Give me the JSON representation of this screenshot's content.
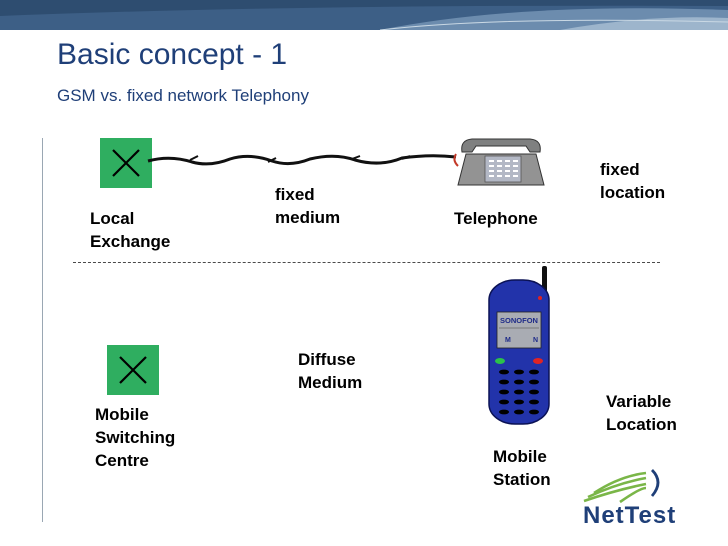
{
  "slide": {
    "title": "Basic concept - 1",
    "subtitle": "GSM vs. fixed network Telephony"
  },
  "fixed_network": {
    "exchange_label": [
      "Local",
      "Exchange"
    ],
    "medium_label": [
      "fixed",
      "medium"
    ],
    "terminal_label": "Telephone",
    "location_label": [
      "fixed",
      "location"
    ]
  },
  "mobile_network": {
    "switch_label": [
      "Mobile",
      "Switching",
      "Centre"
    ],
    "medium_label": [
      "Diffuse",
      "Medium"
    ],
    "terminal_label": [
      "Mobile",
      "Station"
    ],
    "location_label": [
      "Variable",
      "Location"
    ],
    "phone_brand": "SONOFON",
    "phone_keys": [
      "M",
      "N"
    ]
  },
  "logo": {
    "text": "NetTest"
  },
  "colors": {
    "title": "#1f3f78",
    "switch_box": "#2fae60",
    "mobile_body": "#2233aa",
    "header": "#3d5f86"
  }
}
